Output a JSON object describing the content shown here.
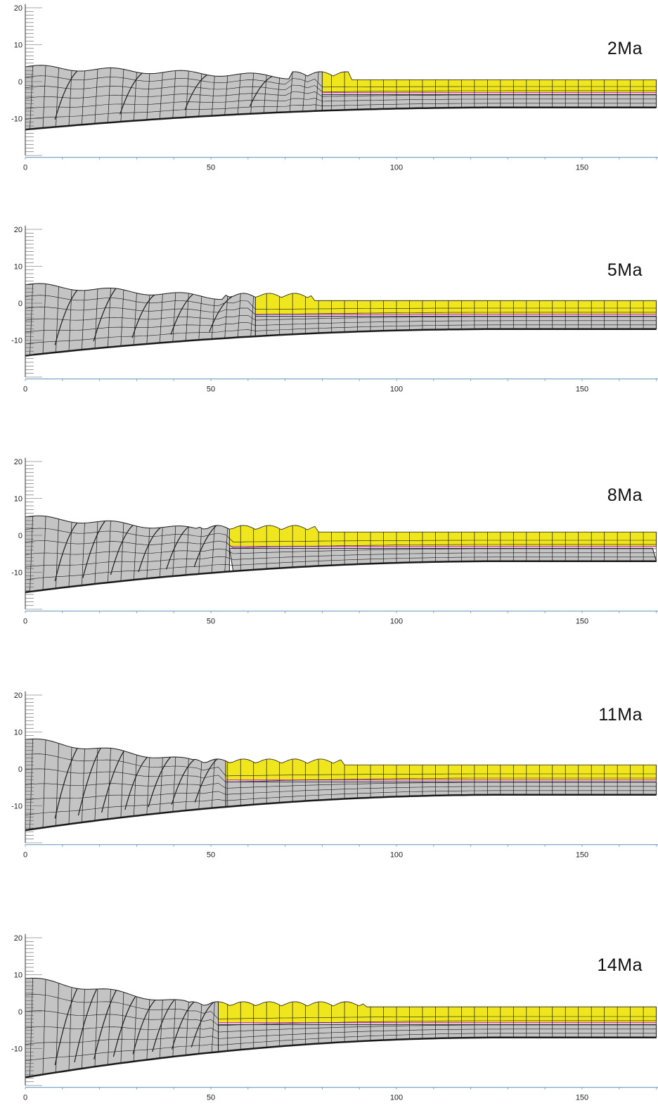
{
  "axes": {
    "y_tick_labels": [
      "20",
      "10",
      "0",
      "-10"
    ],
    "x_tick_labels": [
      "0",
      "50",
      "100",
      "150"
    ],
    "x_range": [
      0,
      170
    ],
    "y_range": [
      -20,
      20
    ]
  },
  "colors": {
    "background": "#ffffff",
    "wedge_fill": "#c4c4c4",
    "foreland_fill": "#f0e61e",
    "detachment_line": "#d24aa0",
    "mesh_line": "#1a1a1a",
    "axis_line": "#7fa8c8"
  },
  "panels": [
    {
      "label": "2Ma",
      "wedge_front_km": 80,
      "max_elevation_km": 4
    },
    {
      "label": "5Ma",
      "wedge_front_km": 62,
      "max_elevation_km": 5
    },
    {
      "label": "8Ma",
      "wedge_front_km": 55,
      "max_elevation_km": 5
    },
    {
      "label": "11Ma",
      "wedge_front_km": 54,
      "max_elevation_km": 8
    },
    {
      "label": "14Ma",
      "wedge_front_km": 52,
      "max_elevation_km": 9
    }
  ]
}
